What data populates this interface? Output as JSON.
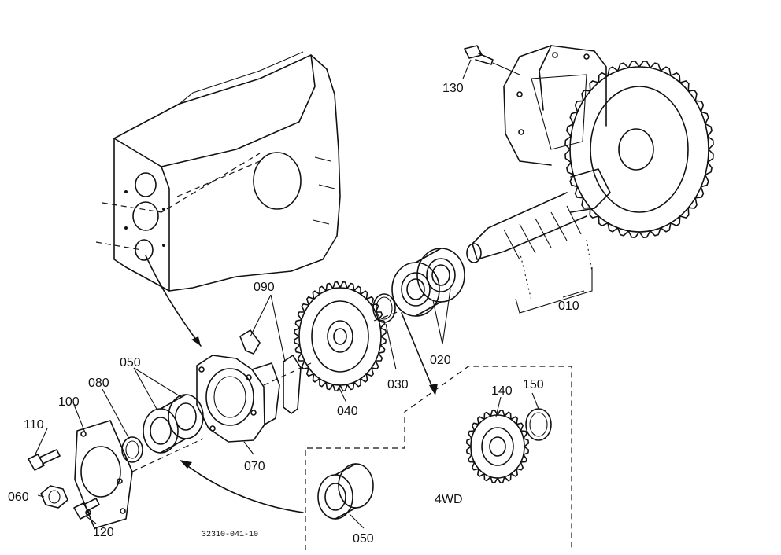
{
  "parts": [
    {
      "id": "010",
      "label": "010"
    },
    {
      "id": "020",
      "label": "020"
    },
    {
      "id": "030",
      "label": "030"
    },
    {
      "id": "040",
      "label": "040"
    },
    {
      "id": "050",
      "label": "050"
    },
    {
      "id": "060",
      "label": "060"
    },
    {
      "id": "070",
      "label": "070"
    },
    {
      "id": "080",
      "label": "080"
    },
    {
      "id": "090",
      "label": "090"
    },
    {
      "id": "100",
      "label": "100"
    },
    {
      "id": "110",
      "label": "110"
    },
    {
      "id": "120",
      "label": "120"
    },
    {
      "id": "130",
      "label": "130"
    },
    {
      "id": "140",
      "label": "140"
    },
    {
      "id": "150",
      "label": "150"
    }
  ],
  "inset_label": "4WD",
  "inset_bearing_label": "050",
  "drawing_code": "32310-041-10"
}
